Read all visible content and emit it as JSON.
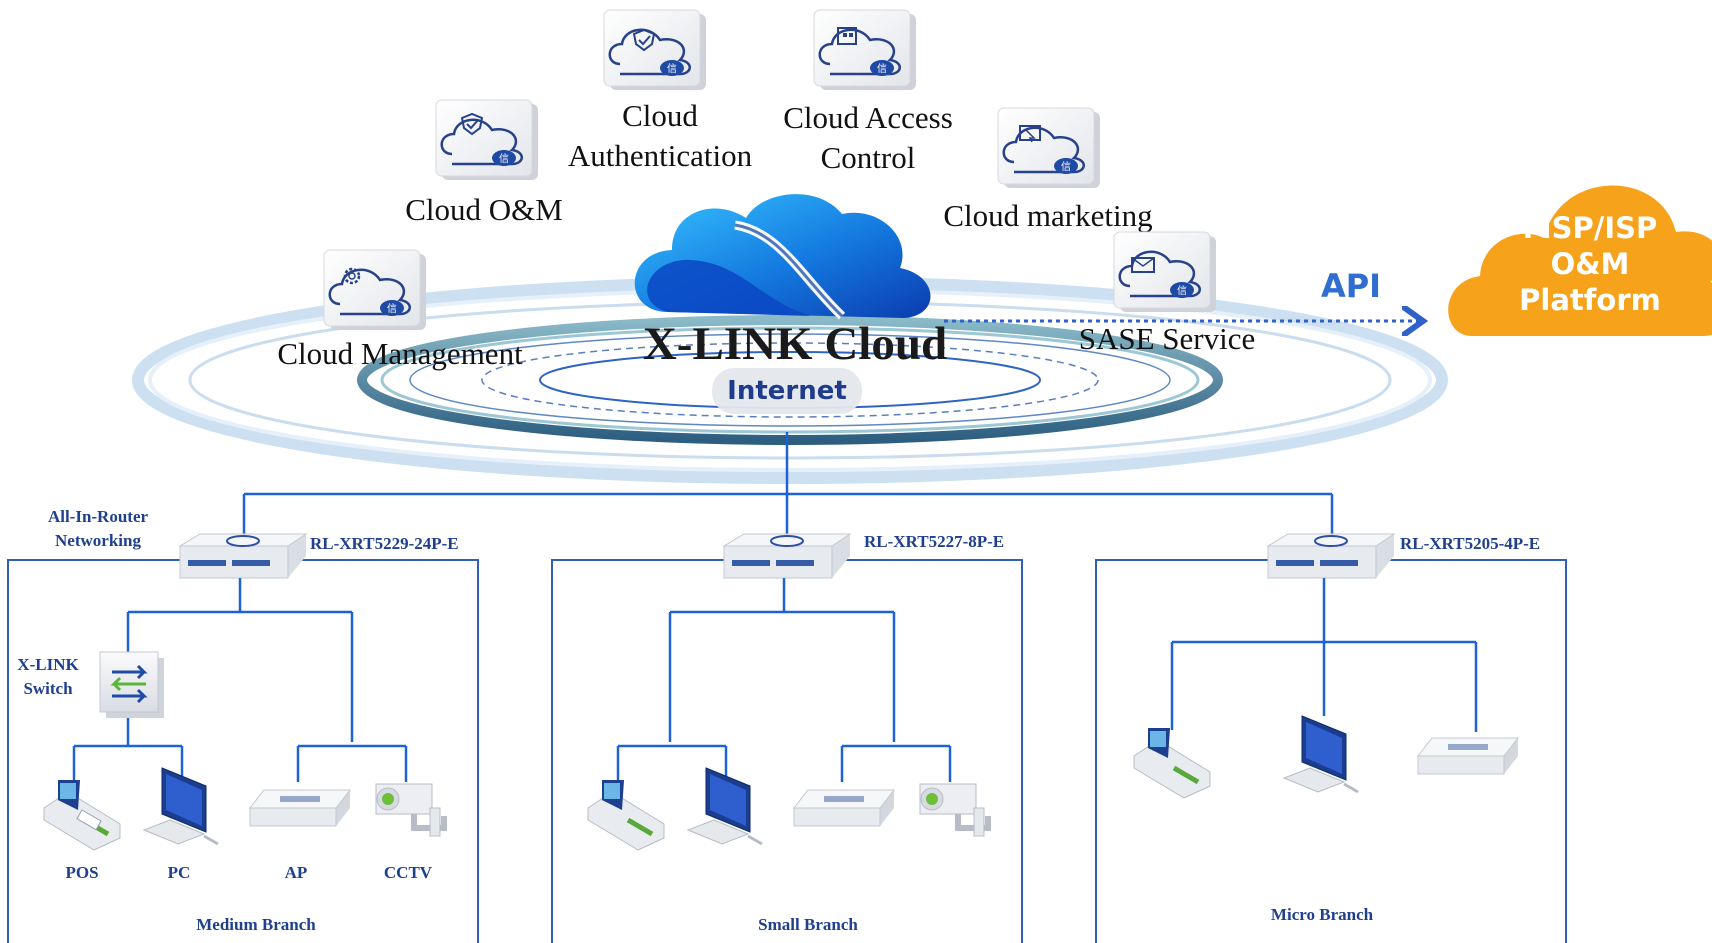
{
  "cloud": {
    "title": "X-LINK Cloud",
    "internet": "Internet"
  },
  "features": {
    "management": "Cloud Management",
    "om": "Cloud O&M",
    "authentication": [
      "Cloud",
      "Authentication"
    ],
    "access": [
      "Cloud Access",
      "Control"
    ],
    "marketing": "Cloud marketing",
    "sase": "SASE Service",
    "icon_badge": "信"
  },
  "api": {
    "label": "API",
    "platform": [
      "MSP/ISP",
      "O&M",
      "Platform"
    ]
  },
  "router_intro": [
    "All-In-Router",
    "Networking"
  ],
  "switch_label": [
    "X-LINK",
    "Switch"
  ],
  "branches": [
    {
      "name": "Medium Branch",
      "model": "RL-XRT5229-24P-E"
    },
    {
      "name": "Small Branch",
      "model": "RL-XRT5227-8P-E"
    },
    {
      "name": "Micro Branch",
      "model": "RL-XRT5205-4P-E"
    }
  ],
  "devices": {
    "pos": "POS",
    "pc": "PC",
    "ap": "AP",
    "cctv": "CCTV"
  },
  "colors": {
    "wire": "#1e63d6",
    "cloud_main": "#1479e0",
    "platform": "#f7a21b",
    "text_blue": "#1f3f8f"
  },
  "icons": [
    "shield-cloud-icon",
    "scan-cloud-icon",
    "cursor-cloud-icon",
    "gear-cloud-icon",
    "mail-cloud-icon",
    "router-icon",
    "switch-icon",
    "pos-terminal-icon",
    "pc-monitor-icon",
    "access-point-icon",
    "cctv-camera-icon"
  ]
}
